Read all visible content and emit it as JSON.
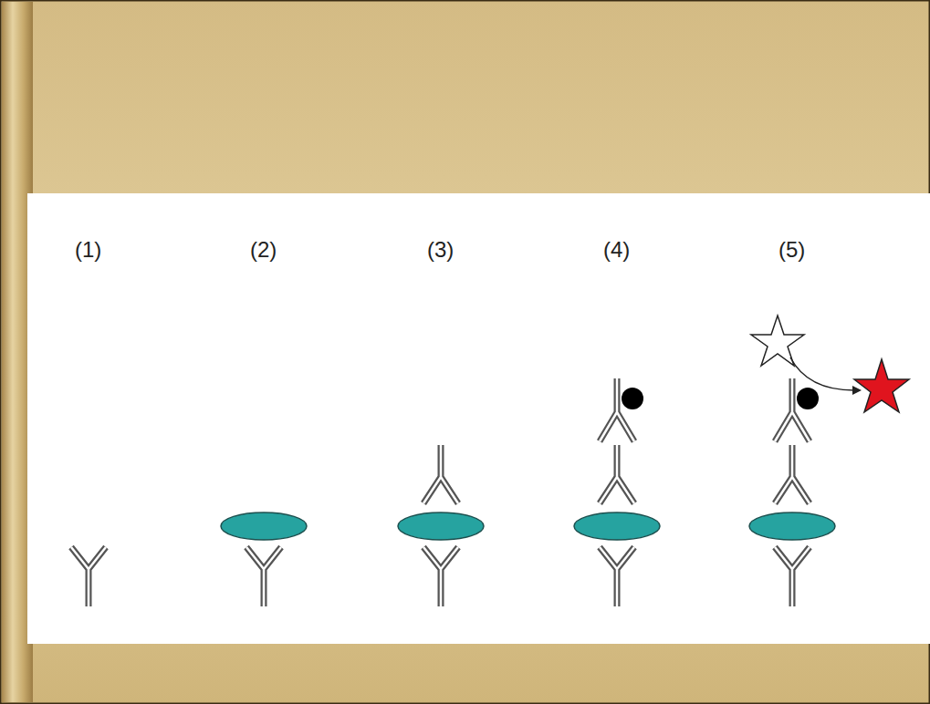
{
  "diagram": {
    "labels": [
      "(1)",
      "(2)",
      "(3)",
      "(4)",
      "(5)"
    ]
  }
}
